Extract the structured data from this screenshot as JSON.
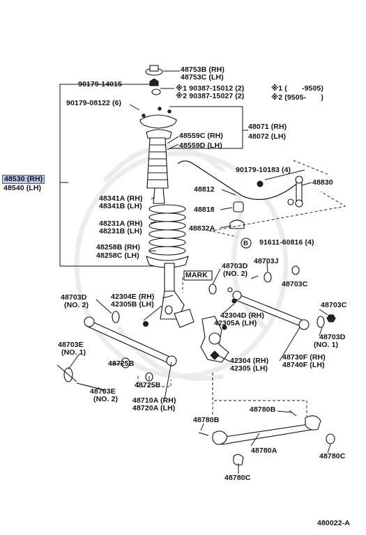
{
  "callouts": {
    "c48753B": "48753B (RH)",
    "c48753C": "48753C (LH)",
    "c90179_14015": "90179-14015",
    "n1_90387": "※1 90387-15012 (2)",
    "n2_90387": "※2 90387-15027 (2)",
    "note1": "※1 (       -9505)",
    "note2": "※2 (9505-       )",
    "c90179_08122": "90179-08122 (6)",
    "c48559C": "48559C (RH)",
    "c48559D": "48559D (LH)",
    "c48071": "48071 (RH)",
    "c48072": "48072 (LH)",
    "c48530": "48530 (RH)",
    "c48540": "48540 (LH)",
    "c90179_10183": "90179-10183 (4)",
    "c48830": "48830",
    "c48812": "48812",
    "c48341A": "48341A (RH)",
    "c48341B": "48341B (LH)",
    "c48818": "48818",
    "c48231A": "48231A (RH)",
    "c48231B": "48231B (LH)",
    "c48832A": "48832A",
    "bolt_b": "B",
    "c91611": "91611-60816 (4)",
    "c48258B": "48258B (RH)",
    "c48258C": "48258C (LH)",
    "c48703J": "48703J",
    "mark": "MARK",
    "c48703D_top": "48703D",
    "c48703D_top_n": "(NO. 2)",
    "c48703C_top": "48703C",
    "c48703D_left": "48703D",
    "c48703D_left_n": "(NO. 2)",
    "c42304E": "42304E (RH)",
    "c42305B": "42305B (LH)",
    "c42304D": "42304D (RH)",
    "c42305A": "42305A (LH)",
    "c48703C_right": "48703C",
    "c48703D_right": "48703D",
    "c48703D_right_n": "(NO. 1)",
    "c48703E_top": "48703E",
    "c48703E_top_n": "(NO. 1)",
    "c48725B_a": "48725B",
    "c42304": "42304 (RH)",
    "c42305": "42305 (LH)",
    "c48730F": "48730F (RH)",
    "c48740F": "48740F (LH)",
    "c48725B_b": "48725B",
    "c48703E_bot": "48703E",
    "c48703E_bot_n": "(NO. 2)",
    "c48710A": "48710A (RH)",
    "c48720A": "48720A (LH)",
    "c48780B_a": "48780B",
    "c48780B_b": "48780B",
    "c48780A": "48780A",
    "c48780C_right": "48780C",
    "c48780C_bot": "48780C",
    "figure_id": "480022-A"
  },
  "colors": {
    "highlight": "#b9c5ea",
    "highlight_border": "#5060a8",
    "ink": "#111111"
  }
}
